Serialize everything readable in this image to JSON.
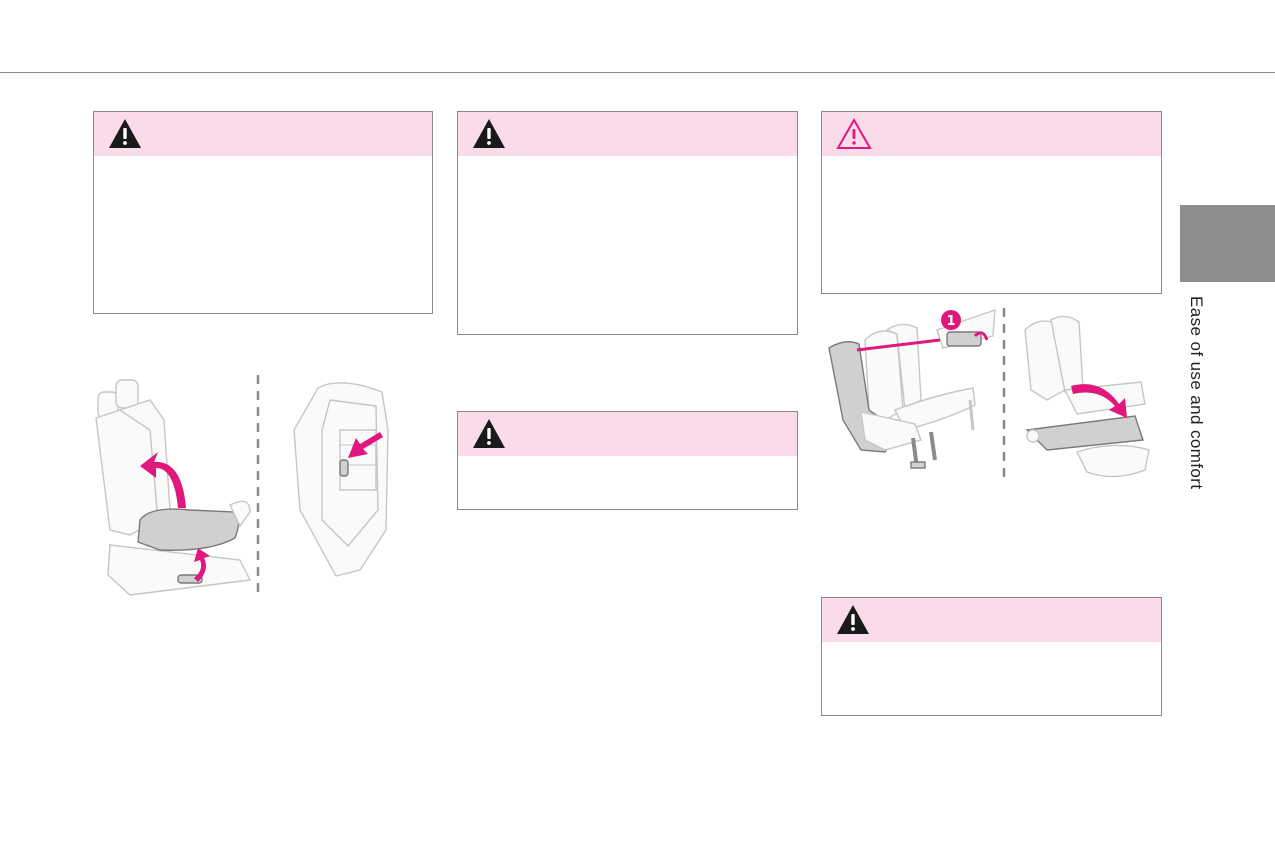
{
  "page": {
    "section_label": "Ease of use and comfort"
  },
  "warnings": [
    {
      "id": "warning-1",
      "icon": "warning-triangle-filled-icon"
    },
    {
      "id": "warning-2",
      "icon": "warning-triangle-filled-icon"
    },
    {
      "id": "warning-3",
      "icon": "warning-triangle-outline-icon"
    },
    {
      "id": "warning-4",
      "icon": "warning-triangle-filled-icon"
    },
    {
      "id": "warning-5",
      "icon": "warning-triangle-filled-icon"
    }
  ],
  "illustrations": {
    "rear_seat_callout": "1"
  },
  "colors": {
    "accent_pink": "#e0177d",
    "warning_header": "#f9dbe9",
    "side_tab": "#8e8e8e"
  }
}
